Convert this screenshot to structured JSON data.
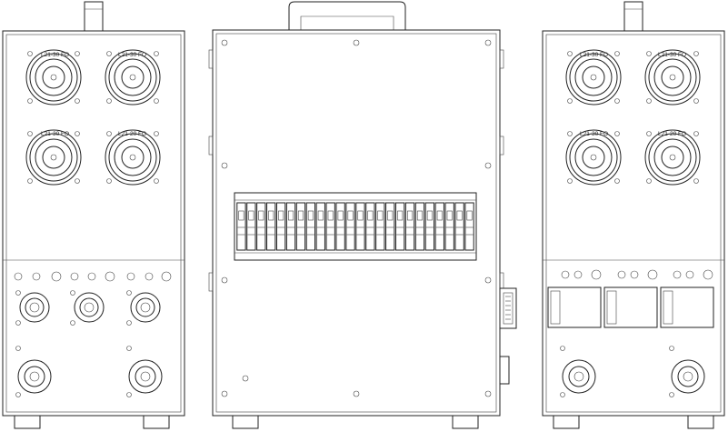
{
  "diagram": {
    "left_panel": {
      "receptacle_labels": [
        "L21-30 FO",
        "L21-30 FO",
        "L21-30 FO",
        "L21-20 FO"
      ]
    },
    "right_panel": {
      "receptacle_labels": [
        "L21-30 FO",
        "L21-30 FO",
        "L21-30 FO",
        "L21-20 FO"
      ]
    },
    "breaker_count": 24,
    "line_color": "#222222"
  }
}
